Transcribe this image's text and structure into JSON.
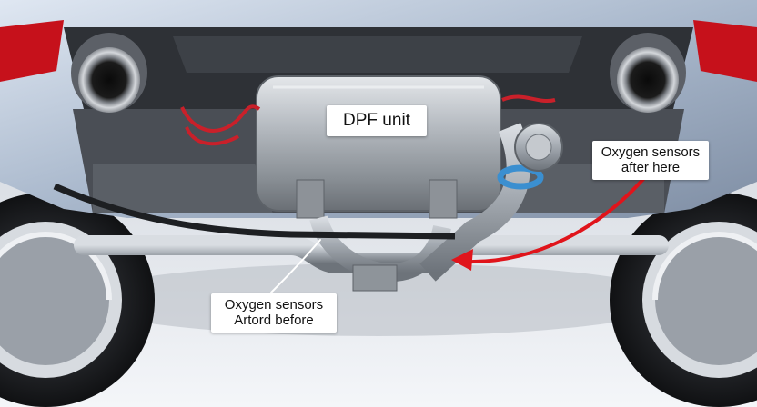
{
  "labels": {
    "dpf": "DPF unit",
    "after_line1": "Oxygen sensors",
    "after_line2": "after here",
    "before_line1": "Oxygen sensors",
    "before_line2": "Artord before"
  },
  "colors": {
    "arrow": "#e0141b",
    "body_paint": "#b9c6d8",
    "metal": "#aeb4bb",
    "sensor_band": "#3b8fd0"
  }
}
